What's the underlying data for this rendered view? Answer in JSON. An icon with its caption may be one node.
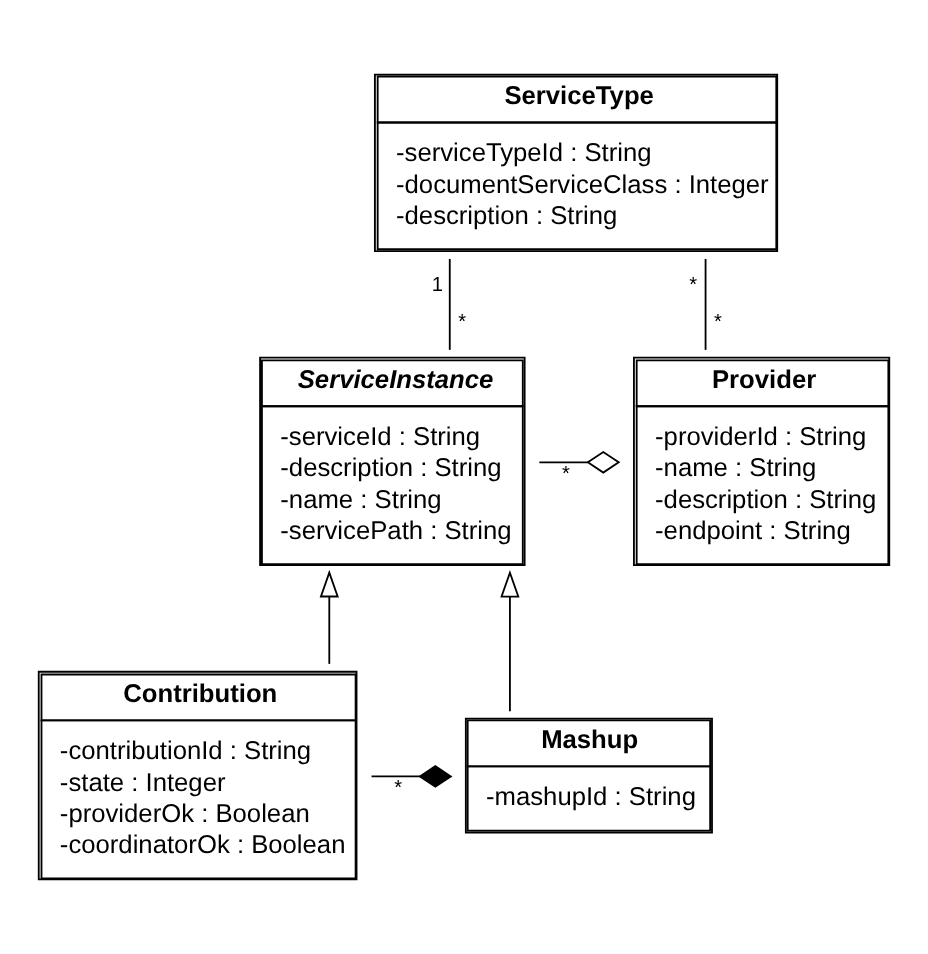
{
  "diagram": {
    "nodes": [
      {
        "text": [
          "ServiceType",
          "-serviceTypeId : String",
          "-documentServiceClass : Integer",
          "-description : String"
        ]
      },
      {
        "text": [
          "ServiceInstance",
          "-serviceId : String",
          "-description : String",
          "-name : String",
          "-servicePath : String"
        ]
      },
      {
        "text": [
          "Provider",
          "-providerId : String",
          "-name : String",
          "-description : String",
          "-endpoint : String"
        ]
      },
      {
        "text": [
          "Contribution",
          "-contributionId : String",
          "-state : Integer",
          "-providerOk : Boolean",
          "-coordinatorOk : Boolean"
        ]
      },
      {
        "text": [
          "Mashup",
          "-mashupId : String"
        ]
      }
    ],
    "edges": [
      {
        "from": 0,
        "to": 1,
        "arrow": "none"
      },
      {
        "from": 0,
        "to": 2,
        "arrow": "none"
      },
      {
        "from": 1,
        "to": 2,
        "arrow": "other"
      },
      {
        "from": 3,
        "to": 1,
        "arrow": "to"
      },
      {
        "from": 4,
        "to": 1,
        "arrow": "to"
      },
      {
        "from": 3,
        "to": 4,
        "arrow": "other"
      }
    ],
    "labels": [
      "1",
      "*",
      "*",
      "*",
      "*",
      "*"
    ]
  }
}
